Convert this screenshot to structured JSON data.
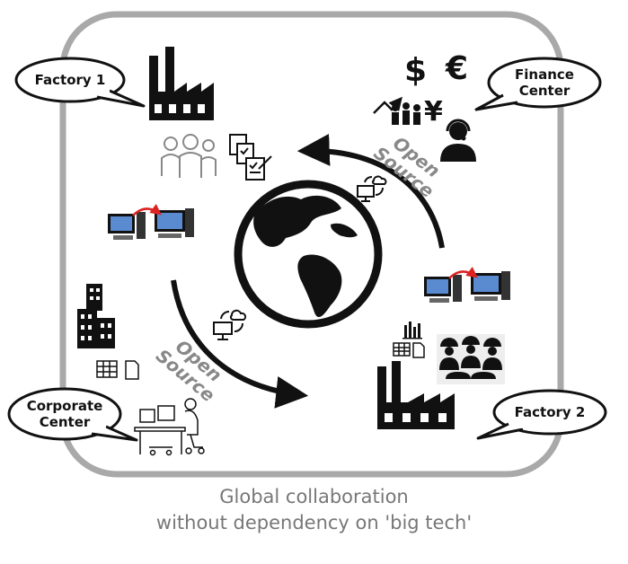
{
  "nodes": {
    "factory1": "Factory 1",
    "finance": "Finance\nCenter",
    "corporate": "Corporate\nCenter",
    "factory2": "Factory 2"
  },
  "flows": {
    "top": [
      "Open",
      "Source"
    ],
    "bottom": [
      "Open",
      "Source"
    ]
  },
  "currency": {
    "dollar": "$",
    "euro": "€",
    "yen": "¥"
  },
  "caption": {
    "line1": "Global collaboration",
    "line2": "without dependency on 'big tech'"
  }
}
